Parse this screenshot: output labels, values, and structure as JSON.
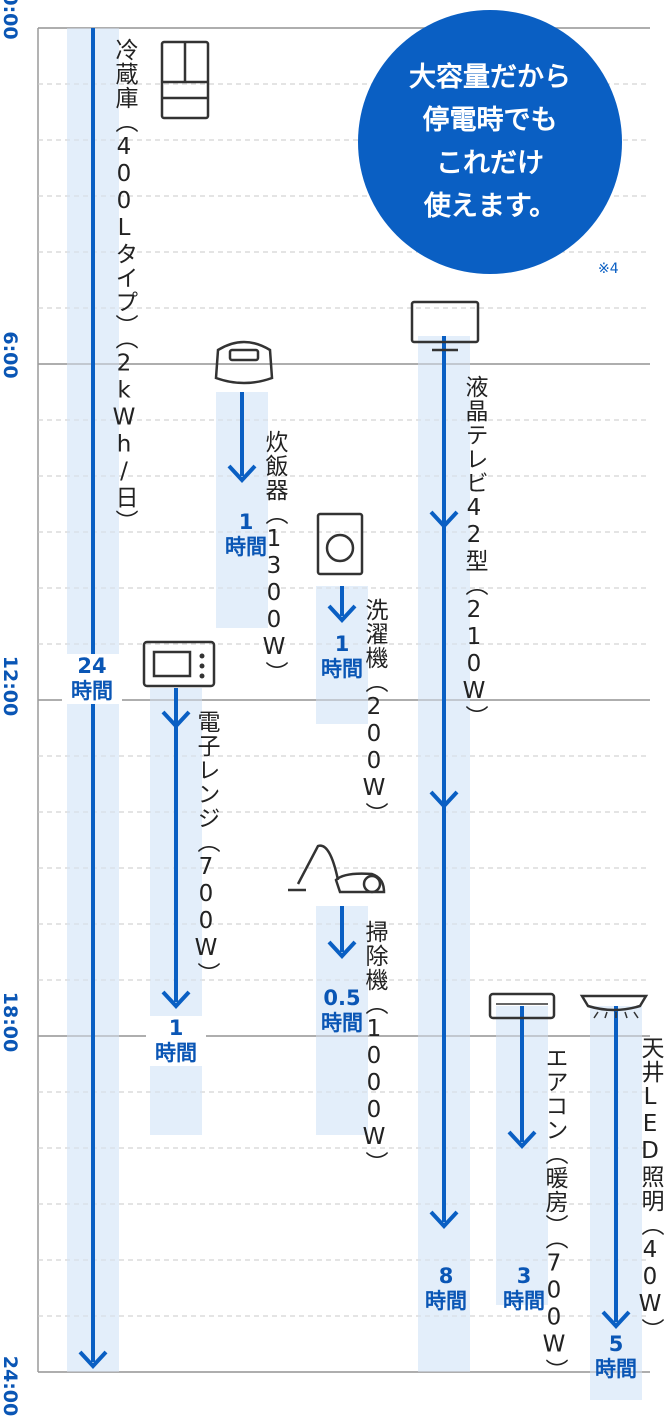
{
  "badge": {
    "lines": [
      "大容量だから",
      "停電時でも",
      "これだけ",
      "使えます。"
    ],
    "note": "※4"
  },
  "time_axis": [
    "0:00",
    "6:00",
    "12:00",
    "18:00",
    "24:00"
  ],
  "colors": {
    "accent": "#0a5fc3",
    "band": "#e3eefa",
    "grid": "#9a9a9a",
    "text": "#222222"
  },
  "appliances": [
    {
      "id": "fridge",
      "icon": "refrigerator-icon",
      "name": "冷蔵庫（400Lタイプ）（2kWh/日）",
      "start": 0,
      "hours": 24,
      "duration": "24\n時間"
    },
    {
      "id": "rice",
      "icon": "rice-cooker-icon",
      "name": "炊飯器（1300W）",
      "start": 6.7,
      "hours": 1,
      "duration": "1\n時間"
    },
    {
      "id": "washer",
      "icon": "washing-machine-icon",
      "name": "洗濯機（200W）",
      "start": 10,
      "hours": 1,
      "duration": "1\n時間"
    },
    {
      "id": "tv",
      "icon": "tv-icon",
      "name": "液晶テレビ42型（210W）",
      "start": 6,
      "hours": 8,
      "duration": "8\n時間"
    },
    {
      "id": "microwave",
      "icon": "microwave-icon",
      "name": "電子レンジ（700W）",
      "start": 12,
      "hours": 1,
      "duration": "1\n時間"
    },
    {
      "id": "vacuum",
      "icon": "vacuum-cleaner-icon",
      "name": "掃除機（1000W）",
      "start": 15.5,
      "hours": 0.5,
      "duration": "0.5\n時間"
    },
    {
      "id": "aircon",
      "icon": "air-conditioner-icon",
      "name": "エアコン（暖房）（700W）",
      "start": 18,
      "hours": 3,
      "duration": "3\n時間"
    },
    {
      "id": "light",
      "icon": "ceiling-light-icon",
      "name": "天井LED照明（40W）",
      "start": 18,
      "hours": 5,
      "duration": "5\n時間"
    }
  ]
}
